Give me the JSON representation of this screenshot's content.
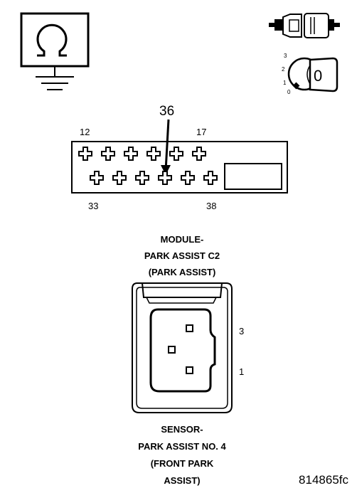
{
  "ohmmeter_symbol": {
    "icon": "ohmmeter-ground-icon"
  },
  "connector_symbol": {
    "icon": "connector-disconnected-icon"
  },
  "ignition_switch": {
    "icon": "ignition-key-icon",
    "positions": [
      "3",
      "2",
      "1",
      "0"
    ],
    "key_label": "0"
  },
  "module_connector": {
    "callout_pin": "36",
    "top_row_start": "12",
    "top_row_end": "17",
    "bottom_row_start": "33",
    "bottom_row_end": "38",
    "top_row_count": 6,
    "bottom_row_count": 6,
    "caption": [
      "MODULE-",
      "PARK ASSIST C2",
      "(PARK ASSIST)"
    ]
  },
  "sensor_connector": {
    "pin_upper": "3",
    "pin_lower": "1",
    "caption": [
      "SENSOR-",
      "PARK ASSIST NO. 4",
      "(FRONT PARK",
      "ASSIST)"
    ]
  },
  "figure_code": "814865fc"
}
